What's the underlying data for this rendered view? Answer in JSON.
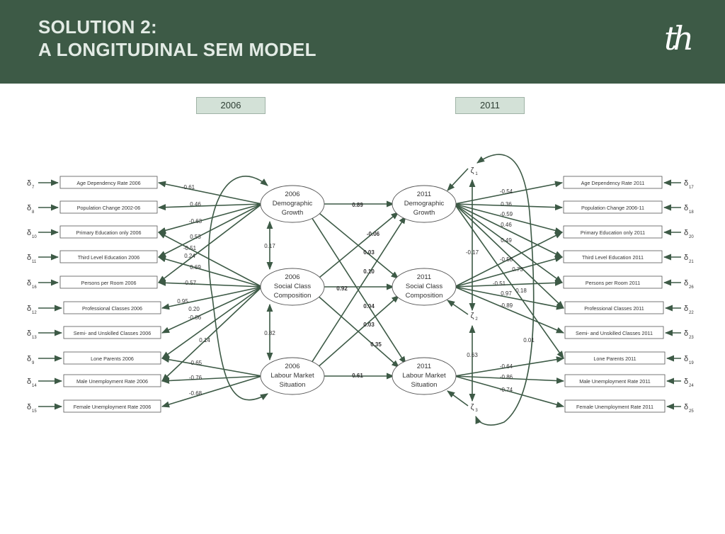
{
  "title_line1": "SOLUTION 2:",
  "title_line2": "A LONGITUDINAL SEM MODEL",
  "logo": "th",
  "year_left": "2006",
  "year_right": "2011",
  "latent": {
    "dg06": [
      "2006",
      "Demographic",
      "Growth"
    ],
    "sc06": [
      "2006",
      "Social Class",
      "Composition"
    ],
    "lm06": [
      "2006",
      "Labour Market",
      "Situation"
    ],
    "dg11": [
      "2011",
      "Demographic",
      "Growth"
    ],
    "sc11": [
      "2011",
      "Social Class",
      "Composition"
    ],
    "lm11": [
      "2011",
      "Labour Market",
      "Situation"
    ]
  },
  "indicators_2006": [
    "Age Dependency Rate 2006",
    "Population Change 2002-06",
    "Primary Education only 2006",
    "Third Level Education 2006",
    "Persons per Room 2006",
    "Professional Classes 2006",
    "Semi- and Unskilled Classes 2006",
    "Lone Parents 2006",
    "Male Unemployment Rate 2006",
    "Female Unemployment Rate 2006"
  ],
  "indicators_2011": [
    "Age Dependency Rate 2011",
    "Population Change 2006-11",
    "Primary Education only 2011",
    "Third Level Education 2011",
    "Persons per Room 2011",
    "Professional Classes 2011",
    "Semi- and Unskilled Classes 2011",
    "Lone Parents 2011",
    "Male Unemployment Rate 2011",
    "Female Unemployment Rate 2011"
  ],
  "errors_2006": [
    "7",
    "8",
    "10",
    "11",
    "16",
    "12",
    "13",
    "9",
    "14",
    "15"
  ],
  "errors_2011": [
    "17",
    "18",
    "20",
    "21",
    "26",
    "22",
    "23",
    "19",
    "24",
    "25"
  ],
  "disturbances": [
    "1",
    "2",
    "3"
  ],
  "error_symbol": "δ",
  "disturbance_symbol": "ζ",
  "loadings_2006": [
    "-0.61",
    "0.46",
    "-0.63",
    "0.53",
    "-0.51",
    "0.24",
    "0.69",
    "-0.57",
    "0.95",
    "0.20",
    "-0.86",
    "0.14",
    "-0.65",
    "-0.76",
    "-0.68"
  ],
  "loadings_2011": [
    "-0.54",
    "0.36",
    "-0.59",
    "0.46",
    "0.49",
    "-0.58",
    "0.73",
    "-0.51",
    "0.18",
    "0.97",
    "-0.89",
    "0.01",
    "-0.64",
    "-0.86",
    "-0.74"
  ],
  "structural": [
    "0.89",
    "-0.06",
    "0.03",
    "0.10",
    "0.92",
    "0.04",
    "0.03",
    "0.35",
    "0.61"
  ],
  "correlations_2006": [
    "0.17",
    "0.82"
  ],
  "disturbance_correlations": [
    "-0.17",
    "0.63"
  ]
}
